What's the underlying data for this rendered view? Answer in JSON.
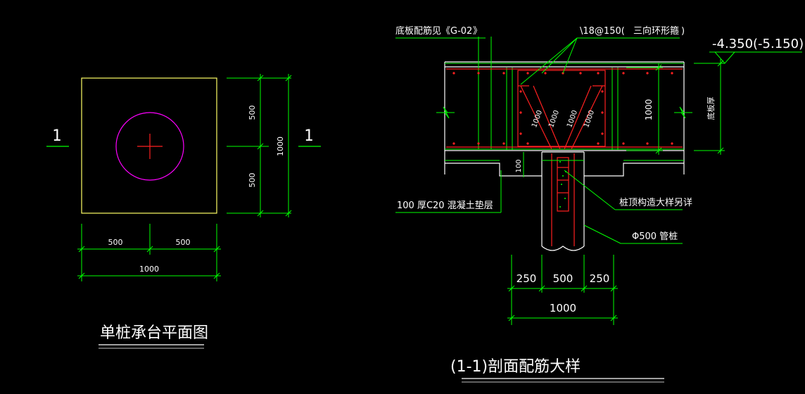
{
  "colors": {
    "background": "#000000",
    "white": "#ffffff",
    "green": "#00ff00",
    "red": "#ff2020",
    "magenta": "#ff00ff",
    "yellow": "#ffff66"
  },
  "plan": {
    "section_mark_left": "1",
    "section_mark_right": "1",
    "dim_top": "500",
    "dim_bottom": "500",
    "dim_total_v": "1000",
    "dim_left": "500",
    "dim_right": "500",
    "dim_total_h": "1000",
    "title": "单桩承台平面图"
  },
  "section": {
    "note_bottom_rebar": "底板配筋见《G-02",
    "note_bottom_rebar_close": "》",
    "note_ring_rebar": "\\18@150(",
    "note_ring_rebar_desc": "三向环形箍",
    "note_ring_rebar_close": ")",
    "elevation": "-4.350(-5.150)",
    "slab_thickness_label": "底板厚",
    "dim_slab": "1000",
    "anchor_1": "1000",
    "anchor_2": "1000",
    "anchor_3": "1000",
    "anchor_4": "1000",
    "dim_cushion": "100",
    "cushion_note": "100 厚C20 混凝土垫层",
    "pile_top_note": "桩顶构造大样另详",
    "pile_note": "Φ500 管桩",
    "dim_b1": "250",
    "dim_b2": "500",
    "dim_b3": "250",
    "dim_b_total": "1000",
    "title": "(1-1)剖面配筋大样"
  }
}
